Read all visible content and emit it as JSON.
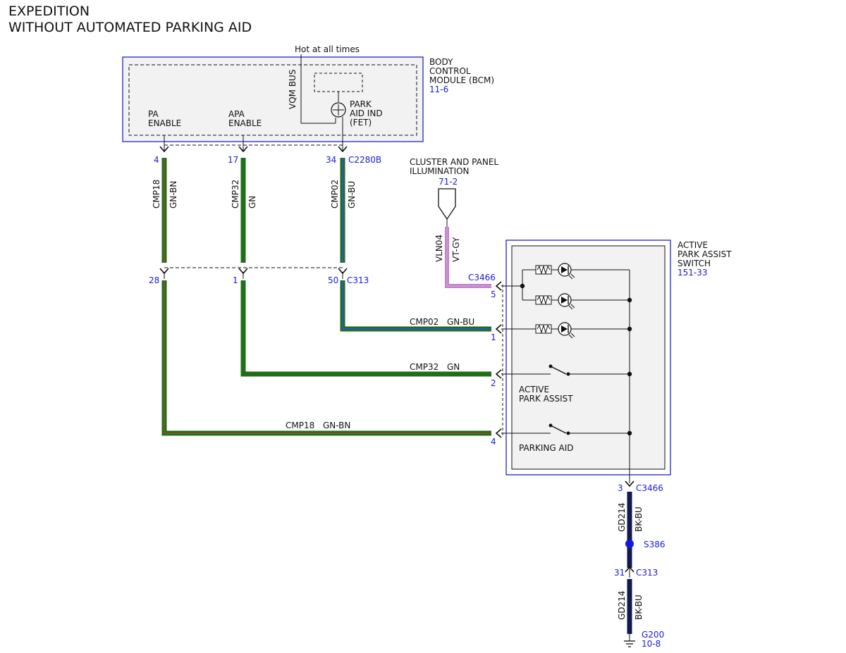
{
  "title": {
    "line1": "EXPEDITION",
    "line2": "WITHOUT AUTOMATED PARKING AID"
  },
  "bcm": {
    "name_lines": [
      "BODY",
      "CONTROL",
      "MODULE (BCM)"
    ],
    "ref": "11-6",
    "hot_label": "Hot at all times",
    "bus_label": "VQM BUS",
    "park_aid_ind_lines": [
      "PARK",
      "AID IND",
      "(FET)"
    ],
    "pa_enable_lines": [
      "PA",
      "ENABLE"
    ],
    "apa_enable_lines": [
      "APA",
      "ENABLE"
    ],
    "connector": "C2280B",
    "pins": [
      "4",
      "17",
      "34"
    ]
  },
  "inline_connector": {
    "name": "C313",
    "pins": [
      "28",
      "1",
      "50"
    ]
  },
  "illumination": {
    "name_lines": [
      "CLUSTER AND PANEL",
      "ILLUMINATION"
    ],
    "ref": "71-2",
    "circuit": "VLN04",
    "wire_color": "VT-GY"
  },
  "switch": {
    "name_lines": [
      "ACTIVE",
      "PARK ASSIST",
      "SWITCH"
    ],
    "ref": "151-33",
    "connector": "C3466",
    "pins": [
      "5",
      "1",
      "2",
      "4"
    ],
    "active_label_lines": [
      "ACTIVE",
      "PARK ASSIST"
    ],
    "parking_aid_label": "PARKING AID",
    "ground_pin": "3",
    "ground_connector": "C3466"
  },
  "circuits": [
    {
      "id": "CMP18",
      "color": "GN-BN"
    },
    {
      "id": "CMP32",
      "color": "GN"
    },
    {
      "id": "CMP02",
      "color": "GN-BU"
    }
  ],
  "ground": {
    "circuit": "GD214",
    "color": "BK-BU",
    "splice": "S386",
    "inline_pin": "31",
    "inline_connector": "C313",
    "ground_point": "G200",
    "ground_ref": "10-8"
  },
  "colors": {
    "green": "#1f6e1a",
    "blue_stripe": "#2a5cc4",
    "brown_stripe": "#7a5a1e",
    "violet": "#cc7ad6",
    "black_blue": "#121a4c",
    "label_blue": "#1a1ad6",
    "box_fill": "#f2f2f2"
  }
}
